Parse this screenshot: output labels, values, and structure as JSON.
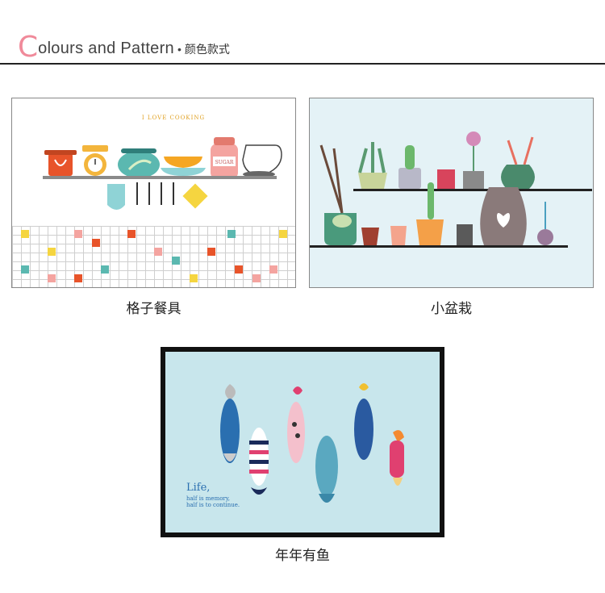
{
  "header": {
    "title_initial": "C",
    "title_rest": "olours and Pattern",
    "separator": "•",
    "title_cn": "颜色款式"
  },
  "cards": [
    {
      "caption": "格子餐具",
      "banner": "I LOVE COOKING",
      "jar_label": "SUGAR"
    },
    {
      "caption": "小盆栽"
    },
    {
      "caption": "年年有鱼",
      "quote_title": "Life,",
      "quote_line1": "half is memory,",
      "quote_line2": "half is to continue."
    }
  ],
  "colors": {
    "accent_pink": "#f08a9a",
    "card2_bg": "#e4f2f6",
    "card3_bg": "#c8e6ec",
    "frame_black": "#111111"
  }
}
